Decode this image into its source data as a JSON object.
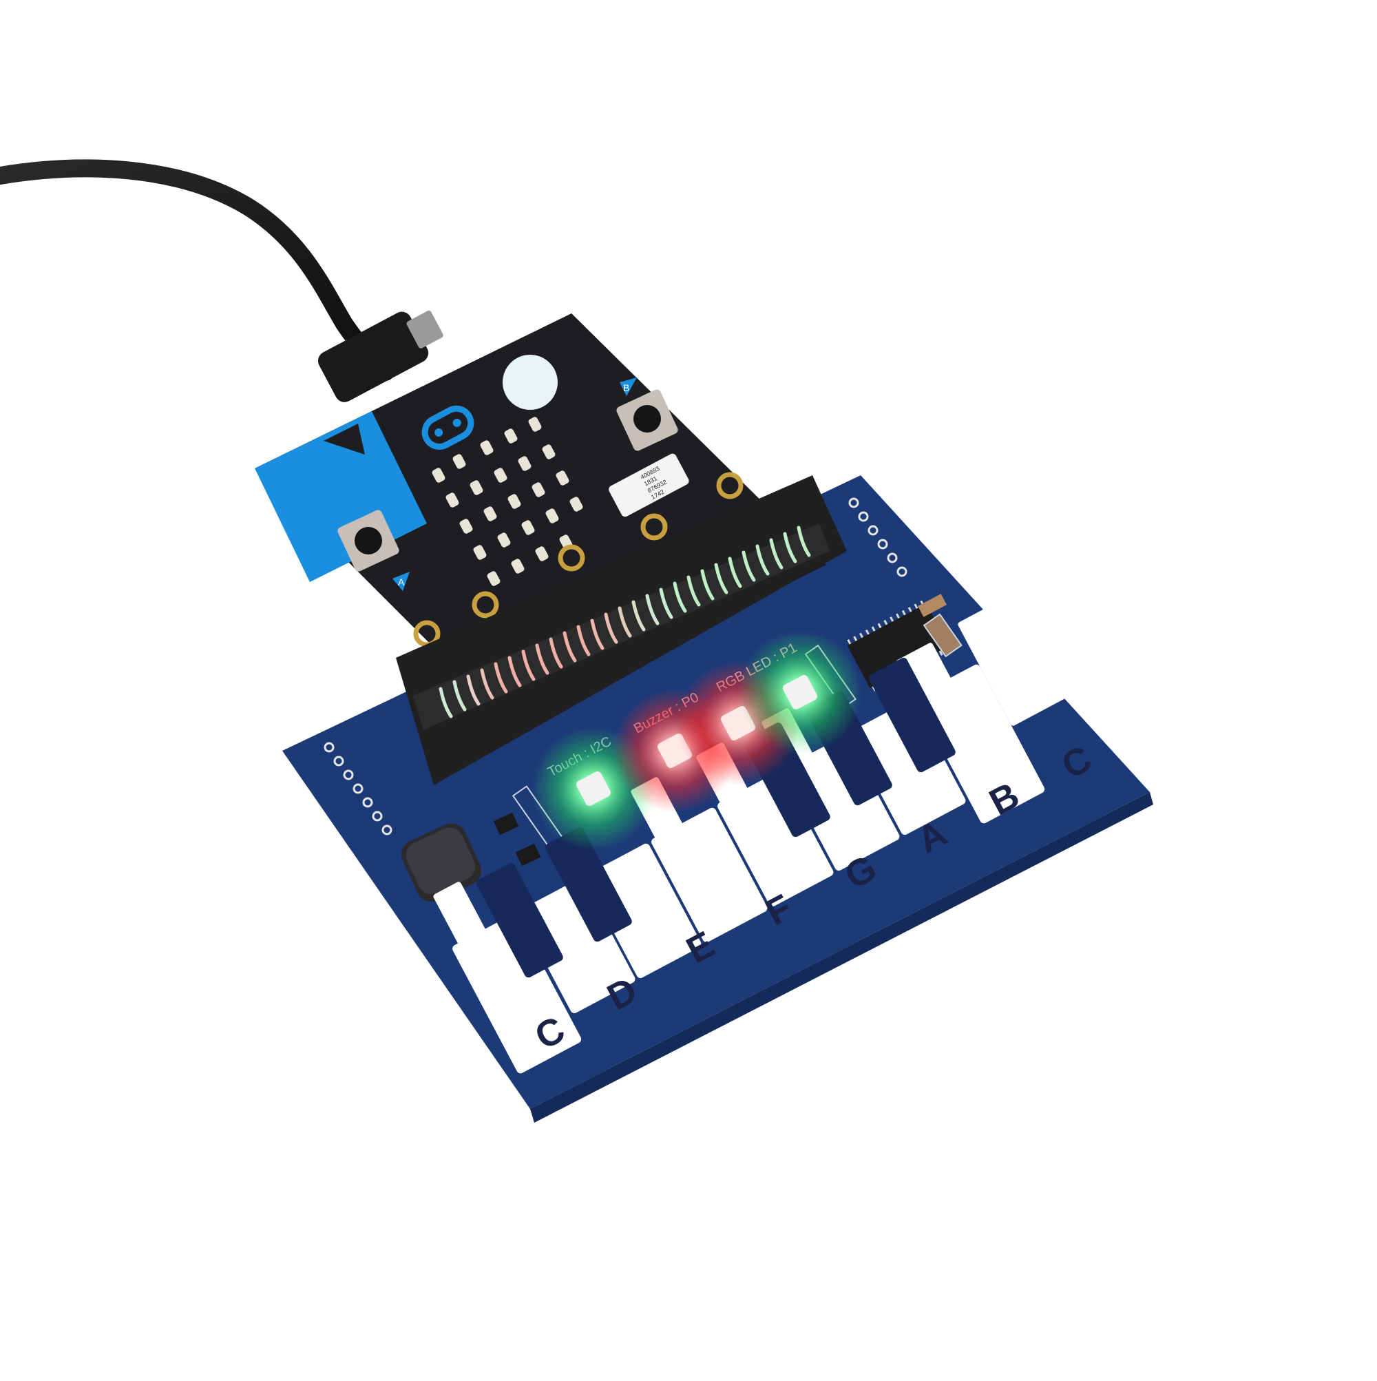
{
  "scene": {
    "description": "micro:bit board plugged into a blue piano expansion board with glowing RGB LEDs, USB cable attached",
    "background_color": "#ffffff"
  },
  "colors": {
    "pcb_blue": "#1d3a78",
    "pcb_blue_dark": "#16295a",
    "key_white": "#ffffff",
    "microbit_black": "#1e1e22",
    "microbit_accent_blue": "#1a8fe0",
    "led_green": "#22e060",
    "led_red": "#ff2a2a",
    "connector_black": "#202020",
    "gold_pad": "#c8a040"
  },
  "microbit": {
    "button_a_label": "A",
    "button_b_label": "B",
    "label_lines": [
      "400883",
      "1831",
      "876932",
      "1742"
    ]
  },
  "expansion_board": {
    "silkscreen": {
      "touch": "Touch : I2C",
      "buzzer": "Buzzer : P0",
      "rgb_led": "RGB LED : P1"
    },
    "leds": [
      {
        "name": "led-1",
        "color": "green"
      },
      {
        "name": "led-2",
        "color": "red"
      },
      {
        "name": "led-3",
        "color": "red"
      },
      {
        "name": "led-4",
        "color": "green"
      }
    ],
    "keys": [
      "C",
      "D",
      "E",
      "F",
      "G",
      "A",
      "B",
      "C"
    ]
  }
}
